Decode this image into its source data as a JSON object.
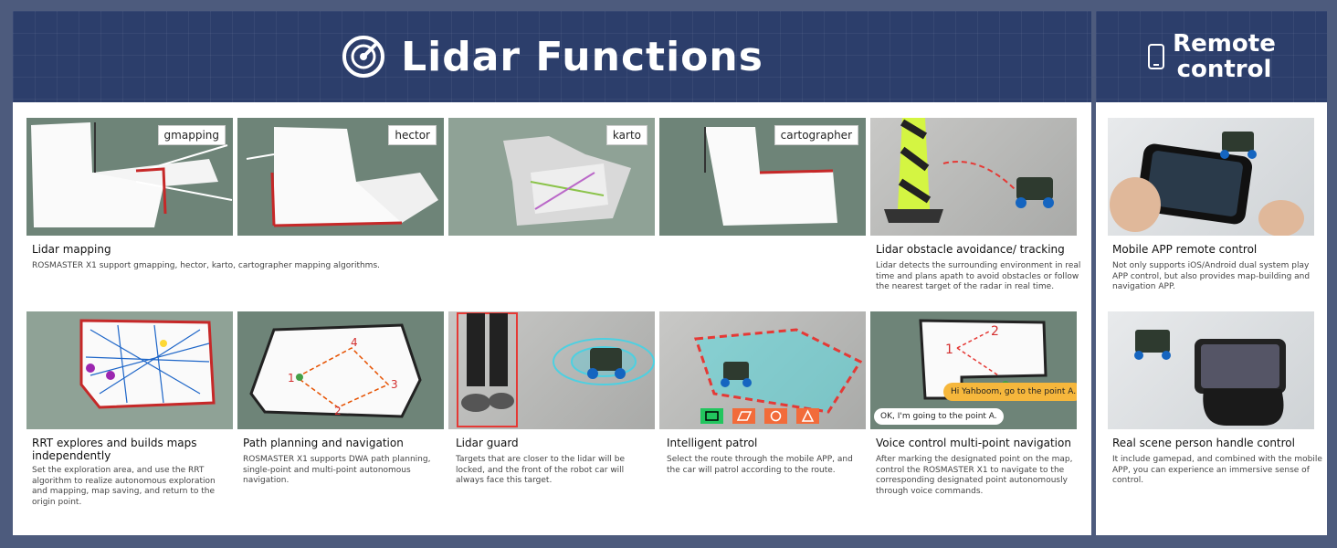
{
  "header": {
    "title": "Lidar Functions"
  },
  "remote_header": {
    "line1": "Remote",
    "line2": "control"
  },
  "tags": {
    "gmapping": "gmapping",
    "hector": "hector",
    "karto": "karto",
    "cartographer": "cartographer"
  },
  "row1": {
    "mapping": {
      "title": "Lidar mapping",
      "desc": "ROSMASTER X1 support gmapping, hector, karto, cartographer mapping algorithms."
    },
    "obstacle": {
      "title": "Lidar obstacle avoidance/ tracking",
      "desc": "Lidar detects the surrounding environment in real time and plans apath to avoid obstacles or follow the nearest target of the radar in real time."
    },
    "mobile": {
      "title": "Mobile APP remote control",
      "desc": "Not only supports iOS/Android dual system play APP control, but also provides map-building and navigation APP."
    }
  },
  "row2": {
    "rrt": {
      "title": "RRT explores and builds maps independently",
      "desc": "Set the exploration area, and use the RRT algorithm to realize autonomous exploration and mapping, map saving, and return to the origin point."
    },
    "path": {
      "title": "Path planning and navigation",
      "desc": "ROSMASTER X1 supports DWA path planning, single-point and multi-point autonomous navigation."
    },
    "guard": {
      "title": "Lidar guard",
      "desc": "Targets that are closer to the lidar will be locked, and the front of the robot car will always face this target."
    },
    "patrol": {
      "title": "Intelligent patrol",
      "desc": "Select the route through the mobile APP, and the car will patrol according to the route."
    },
    "voice": {
      "title": "Voice control multi-point navigation",
      "desc": "After marking the designated point on the map, control the ROSMASTER X1 to navigate to the corresponding designated point autonomously through voice commands."
    },
    "handle": {
      "title": "Real scene person handle control",
      "desc": "It include gamepad, and combined with the mobile APP, you can experience an immersive sense of control."
    }
  },
  "path_points": [
    "1",
    "2",
    "3",
    "4"
  ],
  "voice_points": [
    "1",
    "2"
  ],
  "voice_bubbles": {
    "command": "Hi Yahboom, go to the point A.",
    "reply": "OK, I'm going to the point A."
  },
  "colors": {
    "header": "#2c3e6b",
    "accent_red": "#e53935",
    "map_bg": "#6e8478"
  }
}
